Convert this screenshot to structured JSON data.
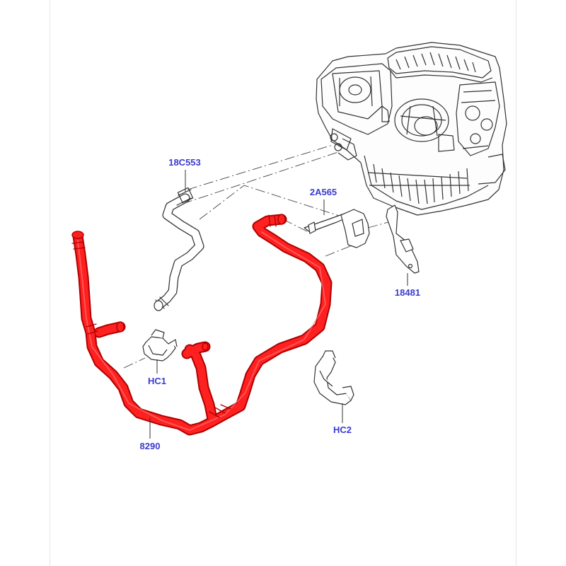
{
  "colors": {
    "label": "#3b3bd0",
    "hose_highlight": "#ff0000",
    "hose_outline": "#b00000",
    "line_art": "#333333",
    "background": "#ffffff"
  },
  "parts": [
    {
      "id": "p18C553",
      "label": "18C553",
      "name": "coolant hose (not highlighted)"
    },
    {
      "id": "p2A565",
      "label": "2A565",
      "name": "bracket"
    },
    {
      "id": "p18481",
      "label": "18481",
      "name": "mounting plate"
    },
    {
      "id": "pHC1",
      "label": "HC1",
      "name": "hose clip 1"
    },
    {
      "id": "pHC2",
      "label": "HC2",
      "name": "hose clip 2"
    },
    {
      "id": "p8290",
      "label": "8290",
      "name": "heater hose (highlighted)"
    }
  ]
}
